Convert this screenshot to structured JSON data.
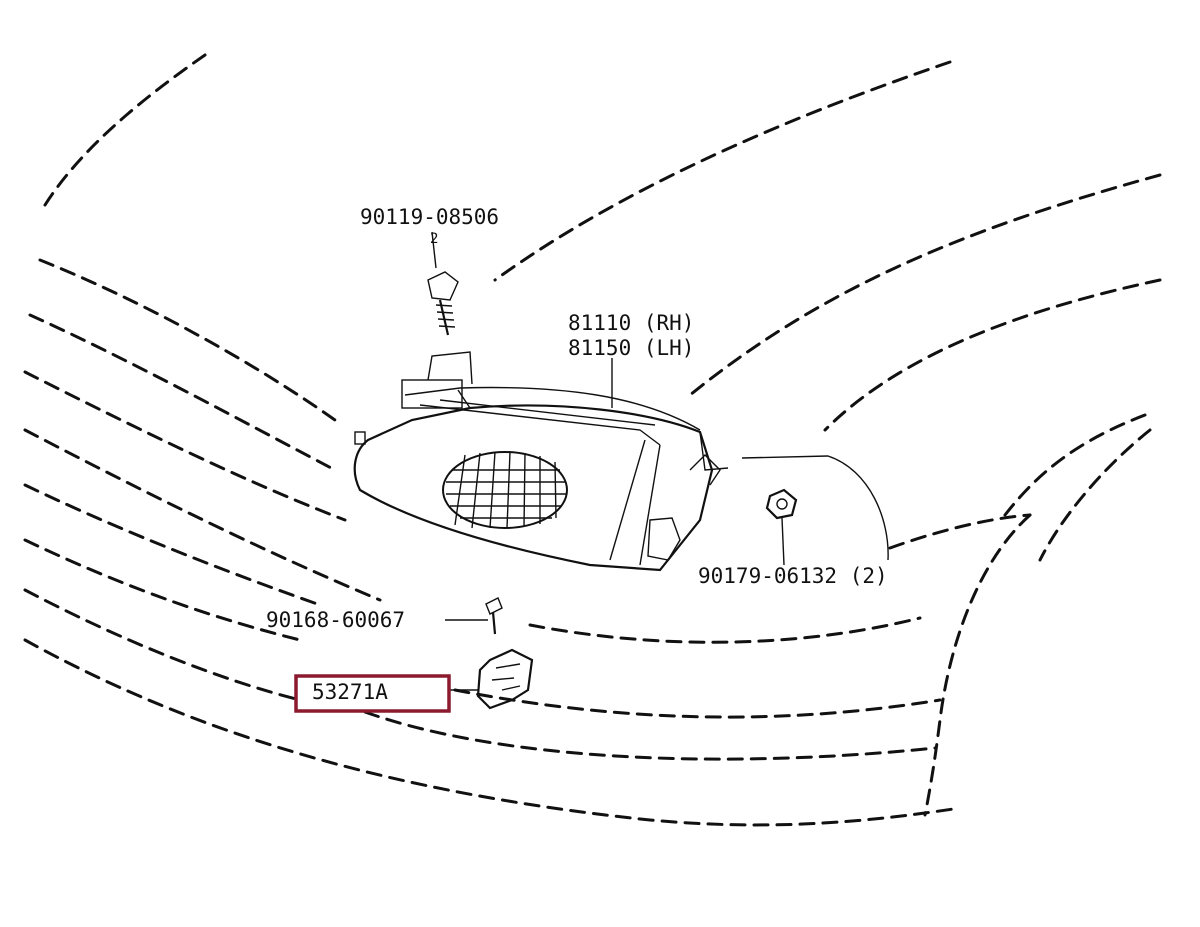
{
  "parts": {
    "bolt_top": "90119-08506",
    "bolt_top_qty": "2",
    "headlamp_rh": "81110 (RH)",
    "headlamp_lh": "81150 (LH)",
    "nut": "90179-06132 (2)",
    "screw": "90168-60067",
    "bracket": "53271A"
  },
  "highlight": {
    "part": "53271A",
    "color": "#8b1a2e"
  }
}
